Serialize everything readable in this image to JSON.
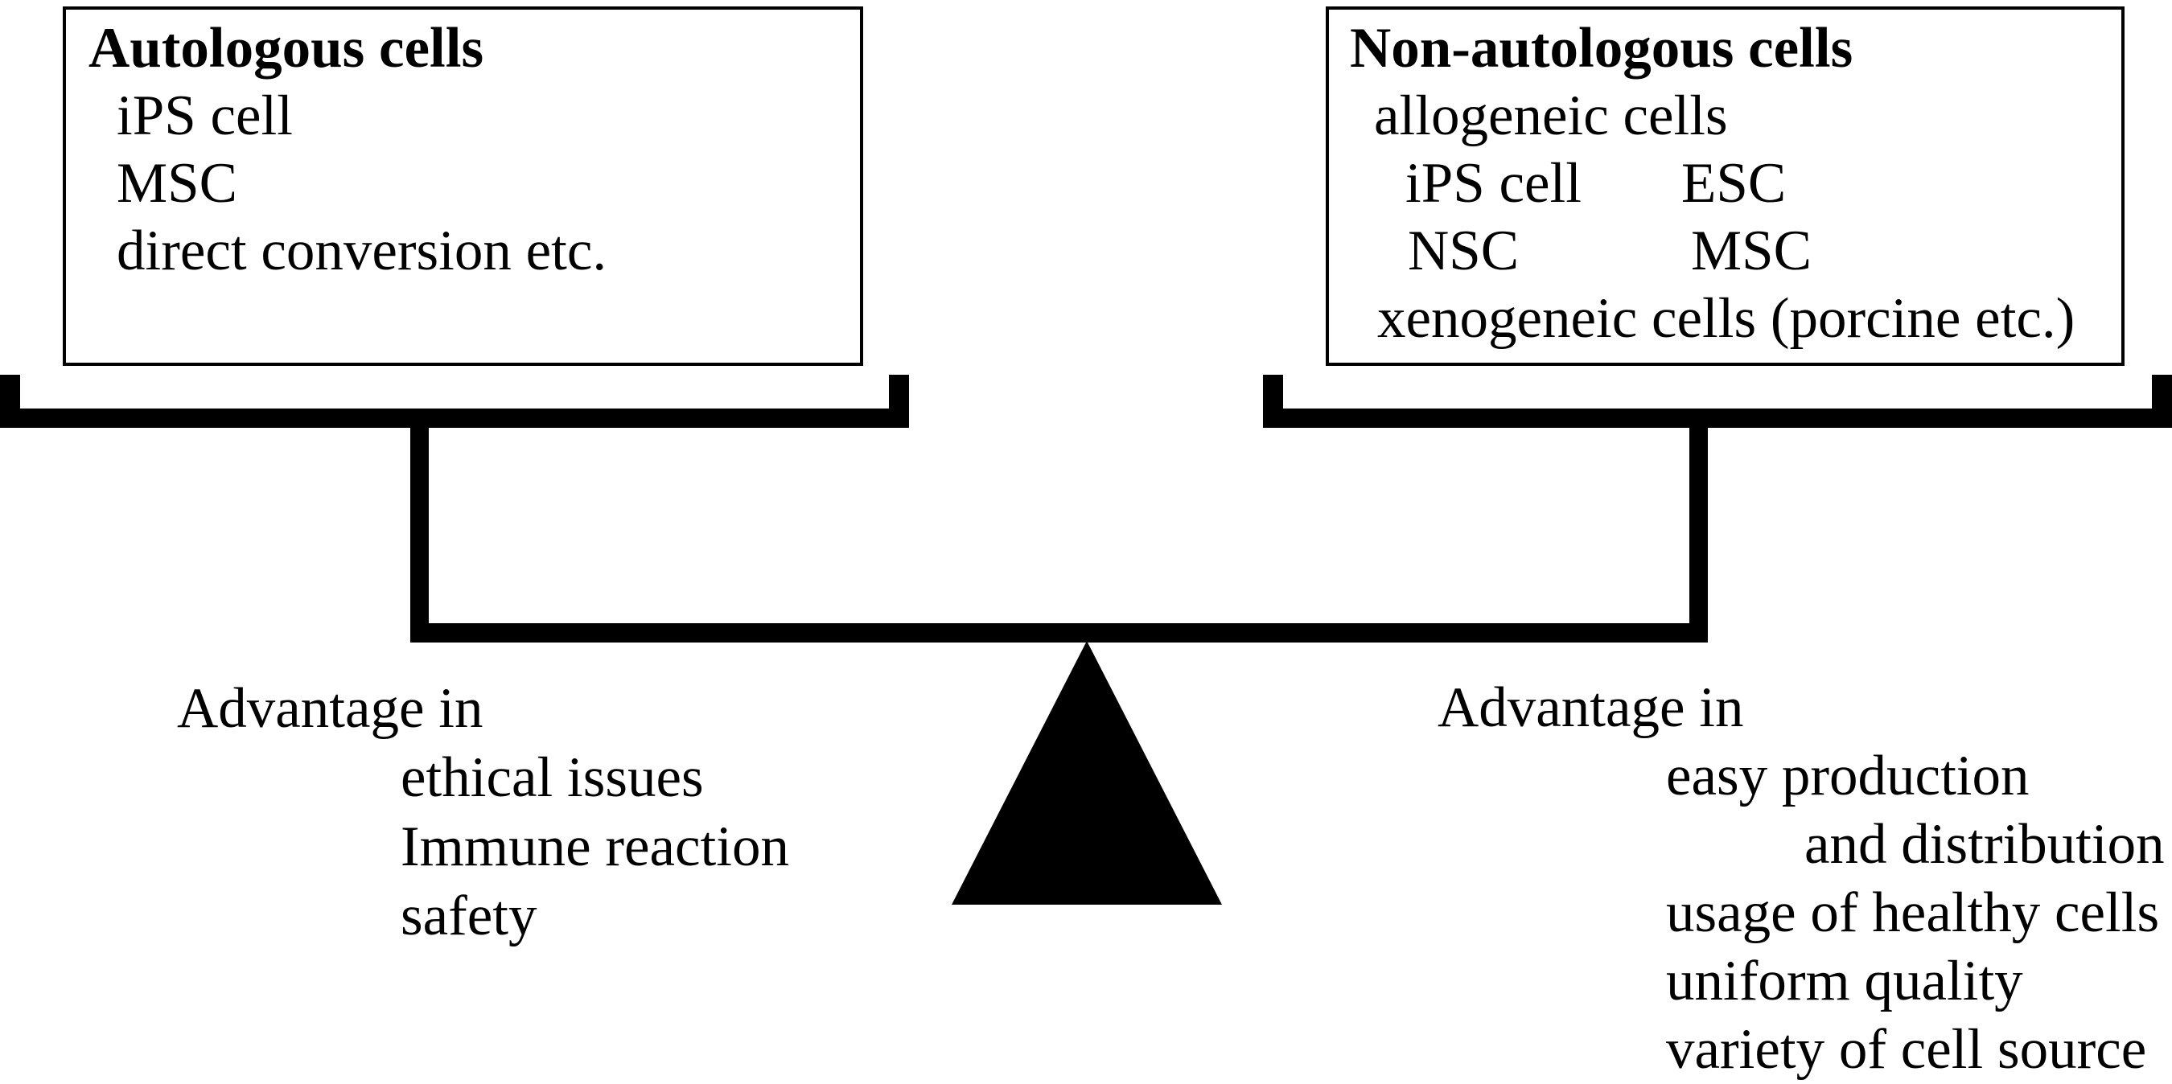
{
  "colors": {
    "ink": "#000000",
    "background": "#ffffff"
  },
  "left_box": {
    "title": "Autologous cells",
    "items": [
      "iPS cell",
      "MSC",
      "direct conversion etc."
    ]
  },
  "right_box": {
    "title": "Non-autologous cells",
    "subtitle": "allogeneic cells",
    "pair1": {
      "a": "iPS cell",
      "b": "ESC"
    },
    "pair2": {
      "a": "NSC",
      "b": "MSC"
    },
    "footer": "xenogeneic cells (porcine etc.)"
  },
  "left_annotation": {
    "heading": "Advantage in",
    "items": [
      "ethical issues",
      "Immune reaction",
      "safety"
    ]
  },
  "right_annotation": {
    "heading": "Advantage in",
    "items": [
      "easy production",
      "and distribution",
      "usage of healthy cells",
      "uniform quality",
      "variety of cell source"
    ]
  }
}
